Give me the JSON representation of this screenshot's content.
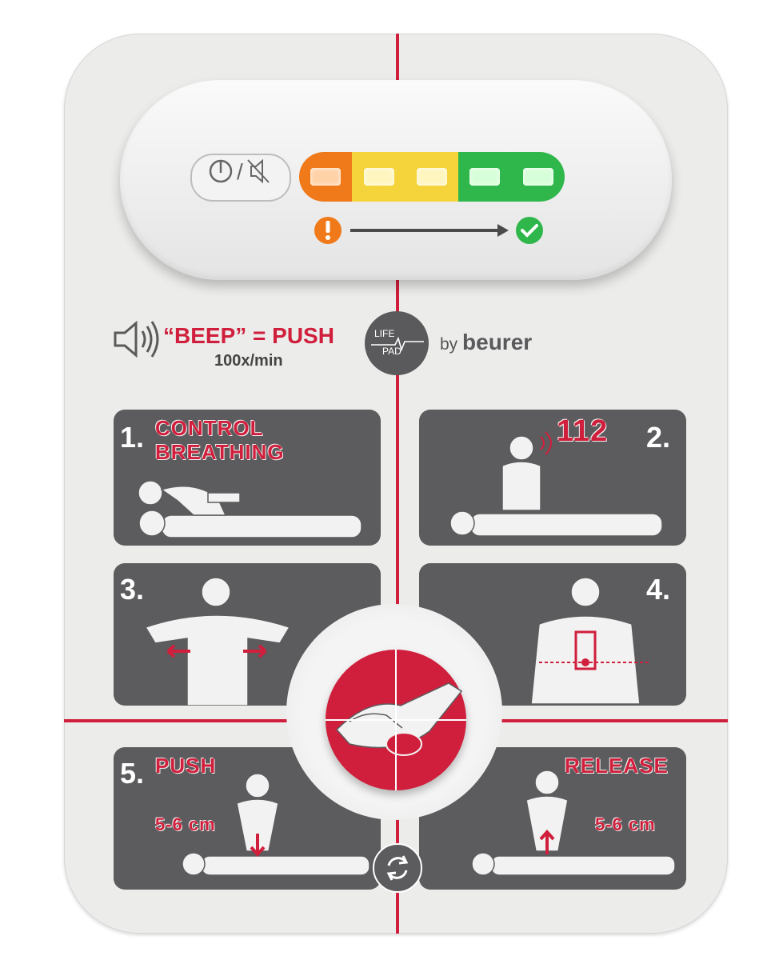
{
  "device": {
    "leds": [
      {
        "color": "#f07a1a",
        "glow": "#ffd2a8"
      },
      {
        "color": "#f5d33a",
        "glow": "#fff5bf"
      },
      {
        "color": "#f5d33a",
        "glow": "#fff5bf"
      },
      {
        "color": "#2fb74b",
        "glow": "#d6ffd9"
      },
      {
        "color": "#2fb74b",
        "glow": "#d6ffd9"
      }
    ],
    "power_symbol": "⏻ / ",
    "power_icon": "power-mute-icon",
    "colors": {
      "accent": "#d01f3c",
      "panel": "#5c5c5e",
      "warn": "#f07a1a",
      "ok": "#2fb74b"
    }
  },
  "instructions": {
    "beep_title": "“BEEP” = PUSH",
    "beep_rate": "100x/min"
  },
  "branding": {
    "logo_line1": "LIFE",
    "logo_line2": "PAD",
    "by": "by",
    "brand": "beurer"
  },
  "steps": [
    {
      "number": "1.",
      "line1": "CONTROL",
      "line2": "BREATHING"
    },
    {
      "number": "2.",
      "emergency": "112"
    },
    {
      "number": "3."
    },
    {
      "number": "4."
    },
    {
      "number": "5.",
      "action": "PUSH",
      "depth": "5-6 cm"
    },
    {
      "action": "RELEASE",
      "depth": "5-6 cm"
    }
  ]
}
